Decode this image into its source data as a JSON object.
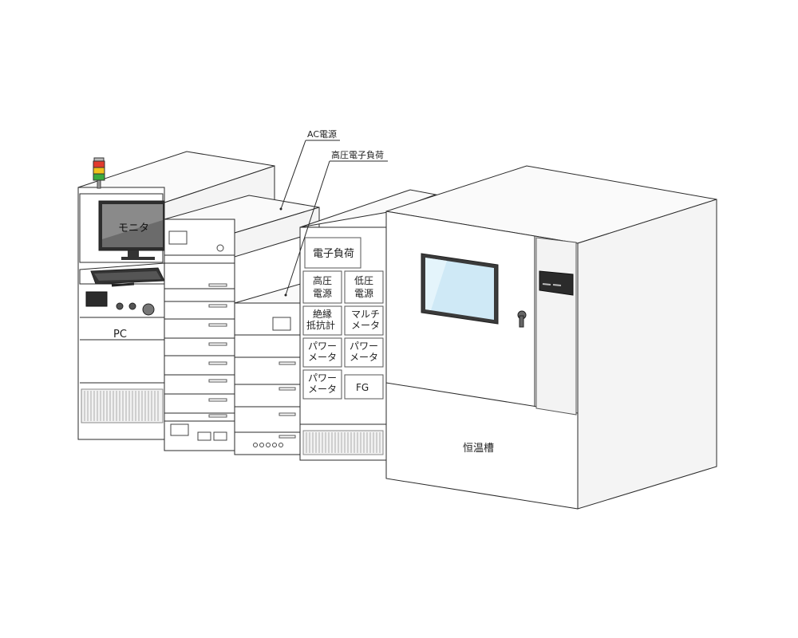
{
  "callouts": {
    "ac_power": "AC電源",
    "hv_load": "高圧電子負荷"
  },
  "pc_rack": {
    "monitor_label": "モニタ",
    "label": "PC"
  },
  "instrument_rack": {
    "header": "電子負荷",
    "modules": [
      [
        "高圧",
        "電源"
      ],
      [
        "低圧",
        "電源"
      ],
      [
        "絶縁",
        "抵抗計"
      ],
      [
        "マルチ",
        "メータ"
      ],
      [
        "パワー",
        "メータ"
      ],
      [
        "パワー",
        "メータ"
      ],
      [
        "パワー",
        "メータ"
      ],
      [
        "FG"
      ]
    ]
  },
  "chamber": {
    "label": "恒温槽"
  },
  "colors": {
    "signal_red": "#e23b2e",
    "signal_yellow": "#f2c21b",
    "signal_green": "#3bab3e",
    "window_glass": "#cfe9f6",
    "monitor_screen": "#6b6b6b"
  }
}
